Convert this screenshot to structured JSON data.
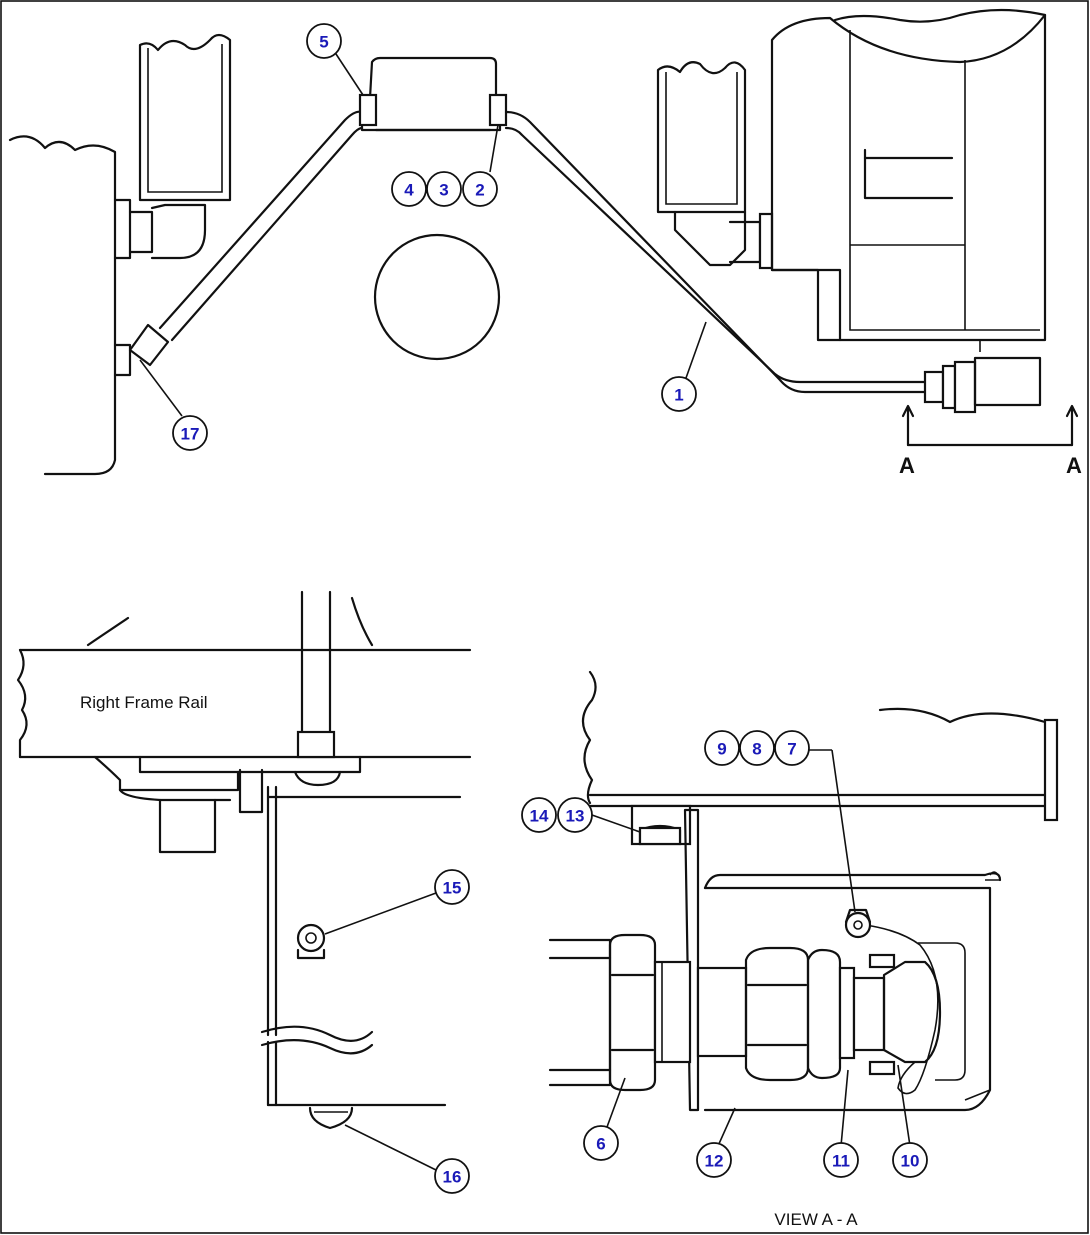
{
  "callouts": [
    {
      "id": "c1",
      "text": "1"
    },
    {
      "id": "c2",
      "text": "2"
    },
    {
      "id": "c3",
      "text": "3"
    },
    {
      "id": "c4",
      "text": "4"
    },
    {
      "id": "c5",
      "text": "5"
    },
    {
      "id": "c6",
      "text": "6"
    },
    {
      "id": "c7",
      "text": "7"
    },
    {
      "id": "c8",
      "text": "8"
    },
    {
      "id": "c9",
      "text": "9"
    },
    {
      "id": "c10",
      "text": "10"
    },
    {
      "id": "c11",
      "text": "11"
    },
    {
      "id": "c12",
      "text": "12"
    },
    {
      "id": "c13",
      "text": "13"
    },
    {
      "id": "c14",
      "text": "14"
    },
    {
      "id": "c15",
      "text": "15"
    },
    {
      "id": "c16",
      "text": "16"
    },
    {
      "id": "c17",
      "text": "17"
    }
  ],
  "labels": {
    "frame_rail": "Right Frame Rail",
    "view": "VIEW A - A",
    "section_left": "A",
    "section_right": "A"
  },
  "colors": {
    "callout_text": "#1a1ab8",
    "line": "#111111"
  }
}
